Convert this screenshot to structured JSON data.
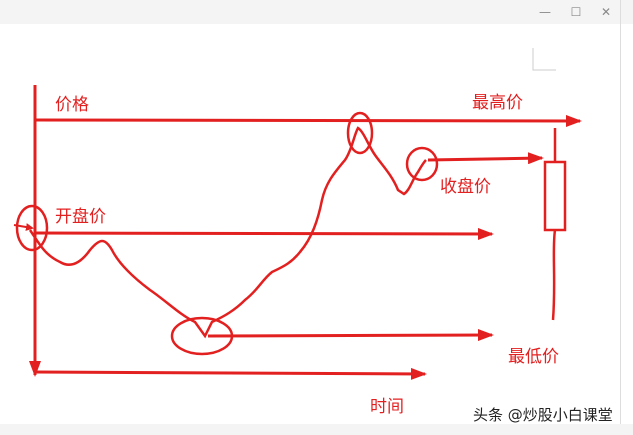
{
  "window": {
    "controls": [
      "minimize",
      "maximize",
      "close"
    ]
  },
  "diagram": {
    "labels": {
      "price": "价格",
      "high": "最高价",
      "close": "收盘价",
      "open": "开盘价",
      "low": "最低价",
      "time": "时间"
    },
    "watermark": "头条 @炒股小白课堂",
    "colors": {
      "stroke": "#e32020",
      "titlebar": "#f4f4f4"
    }
  }
}
